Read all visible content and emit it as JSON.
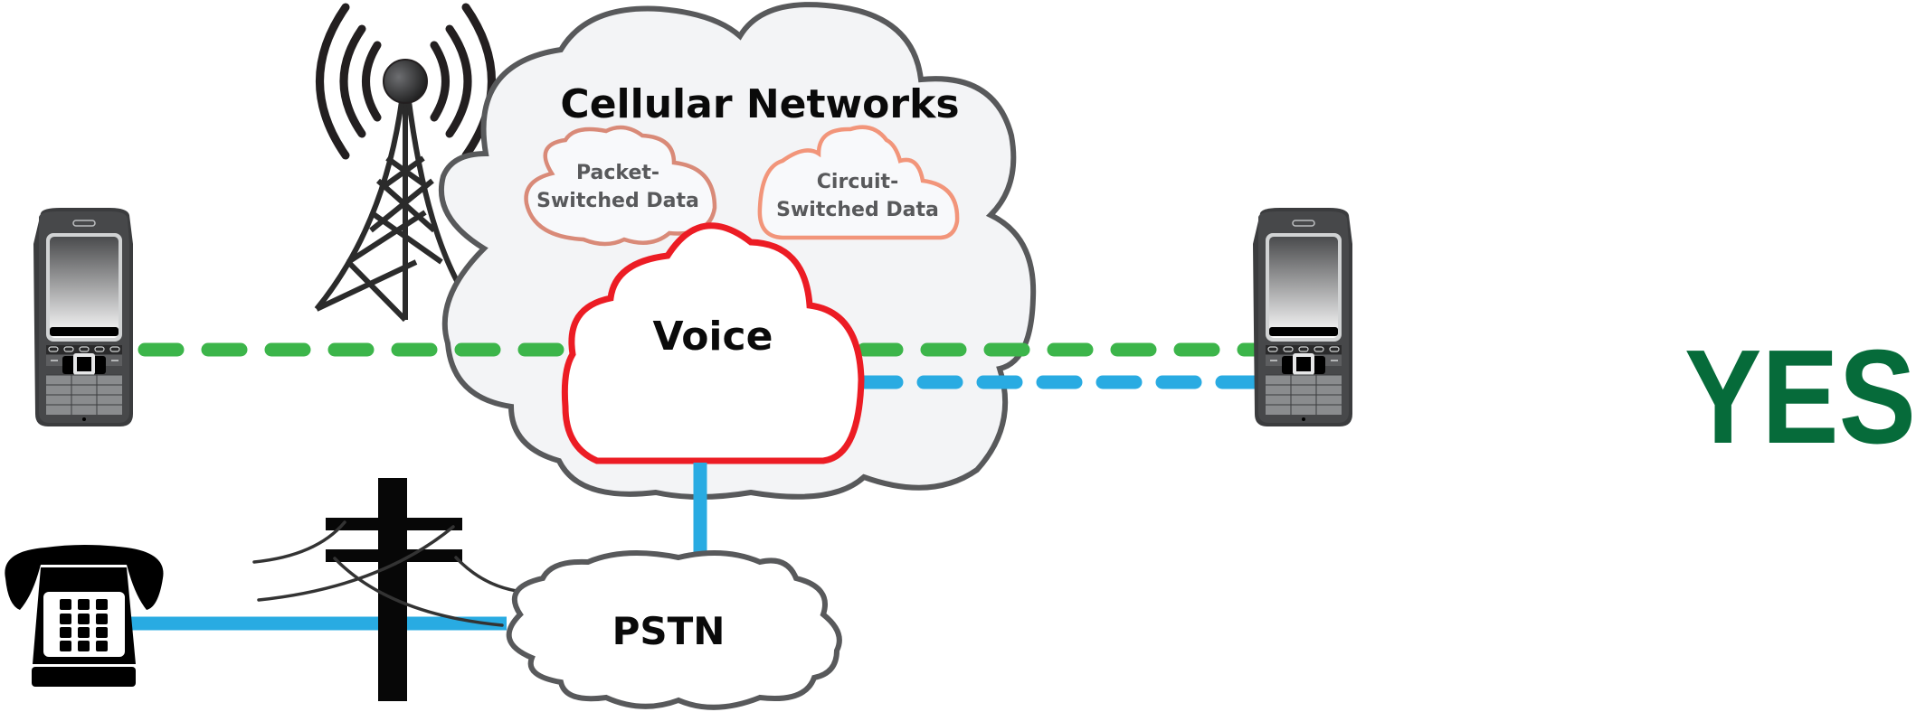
{
  "diagram": {
    "title": "Cellular Networks",
    "subclouds": [
      {
        "line1": "Packet-",
        "line2": "Switched Data",
        "color": "#d98a78"
      },
      {
        "line1": "Circuit-",
        "line2": "Switched Data",
        "color": "#f2957a"
      }
    ],
    "voice_label": "Voice",
    "pstn_label": "PSTN",
    "answer": "YES",
    "phone_keys": [
      "1",
      "2",
      "3",
      "4",
      "5",
      "6",
      "7",
      "8",
      "9",
      "*",
      "0",
      "#"
    ],
    "colors": {
      "data_link": "#3cb54a",
      "voice_link": "#29abe2",
      "voice_cloud": "#ec1c24",
      "cloud_outline": "#58595b",
      "cloud_fill": "#f3f4f6",
      "answer": "#066b3a"
    },
    "nodes": [
      "mobile-phone-left",
      "cell-tower",
      "cellular-networks-cloud",
      "voice-cloud",
      "pstn-cloud",
      "landline-phone",
      "utility-pole",
      "mobile-phone-right"
    ],
    "links": [
      {
        "from": "mobile-phone-left",
        "to": "mobile-phone-right",
        "style": "dashed",
        "color": "data_link"
      },
      {
        "from": "voice-cloud",
        "to": "mobile-phone-right",
        "style": "dashed",
        "color": "voice_link"
      },
      {
        "from": "voice-cloud",
        "to": "pstn-cloud",
        "style": "solid",
        "color": "voice_link"
      },
      {
        "from": "landline-phone",
        "to": "pstn-cloud",
        "style": "solid",
        "color": "voice_link"
      }
    ]
  }
}
